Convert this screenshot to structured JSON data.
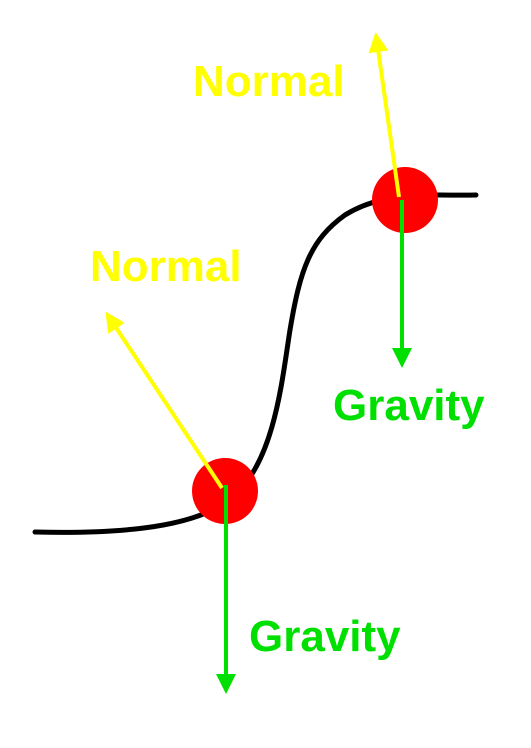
{
  "labels": {
    "normal_top": "Normal",
    "normal_left": "Normal",
    "gravity_top": "Gravity",
    "gravity_bottom": "Gravity"
  },
  "colors": {
    "curve": "#000000",
    "ball": "#ff0000",
    "normal_vector": "#ffff00",
    "gravity_vector": "#00e000",
    "background": "#ffffff"
  }
}
